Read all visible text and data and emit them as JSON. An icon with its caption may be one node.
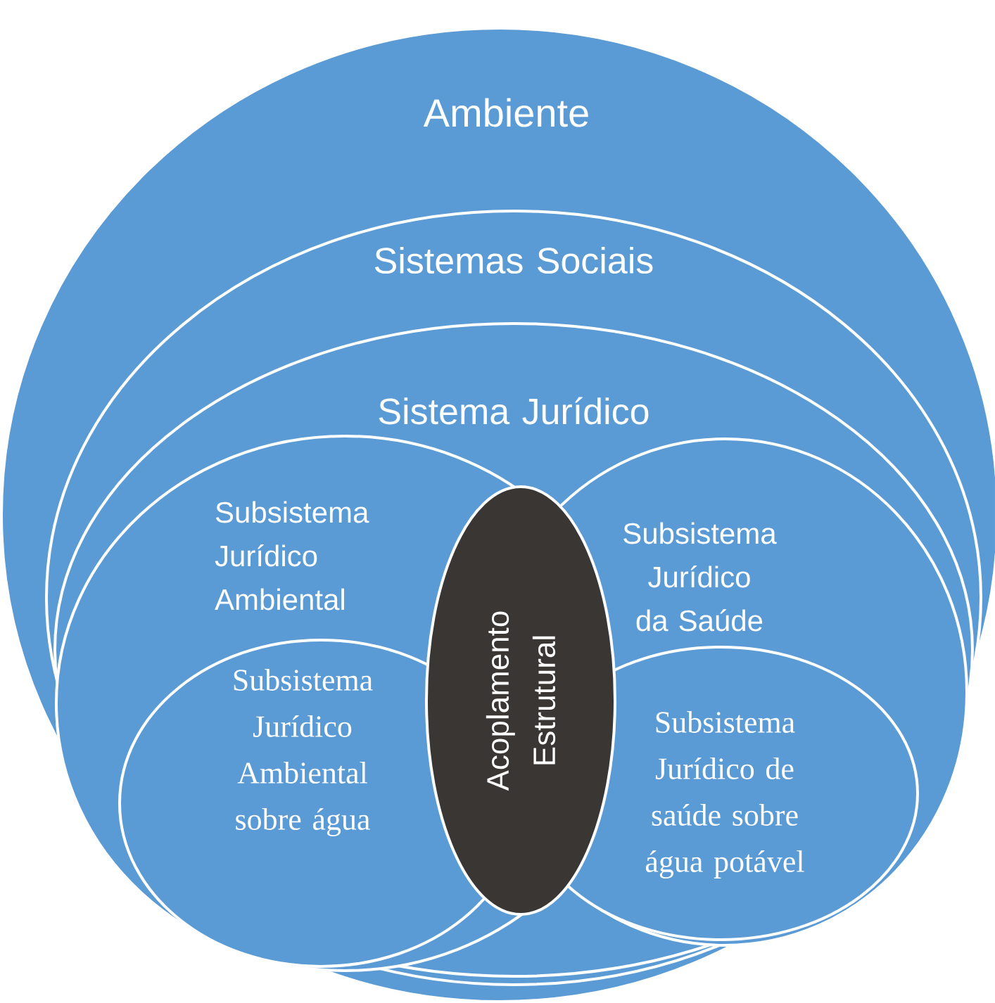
{
  "diagram": {
    "nodes": [
      {
        "text": [
          "Ambiente"
        ]
      },
      {
        "text": [
          "Sistemas Sociais"
        ],
        "in": 0
      },
      {
        "text": [
          "Sistema Jurídico"
        ],
        "in": 1
      },
      {
        "text": [
          "Subsistema Jurídico Ambiental"
        ],
        "in": 2
      },
      {
        "text": [
          "Subsistema Jurídico da Saúde"
        ],
        "in": 2
      },
      {
        "text": [
          "Subsistema Jurídico Ambiental sobre água"
        ],
        "in": 3
      },
      {
        "text": [
          "Subsistema Jurídico de saúde sobre água potável"
        ],
        "in": 4
      },
      {
        "text": [
          "Acoplamento Estrutural"
        ],
        "in": 3
      }
    ]
  }
}
